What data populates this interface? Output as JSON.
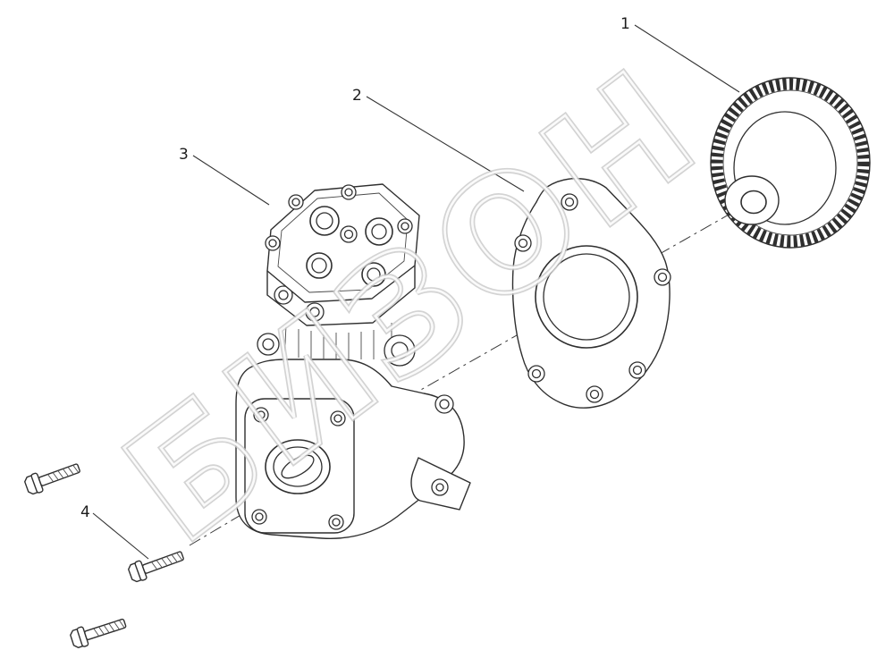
{
  "diagram": {
    "watermark": "БИЗОН",
    "callouts": [
      {
        "label": "1"
      },
      {
        "label": "2"
      },
      {
        "label": "3"
      },
      {
        "label": "4"
      }
    ],
    "colors": {
      "line": "#2f2f2f",
      "callout_line": "#333333",
      "watermark": "#c9c9c9",
      "background": "#ffffff"
    }
  }
}
